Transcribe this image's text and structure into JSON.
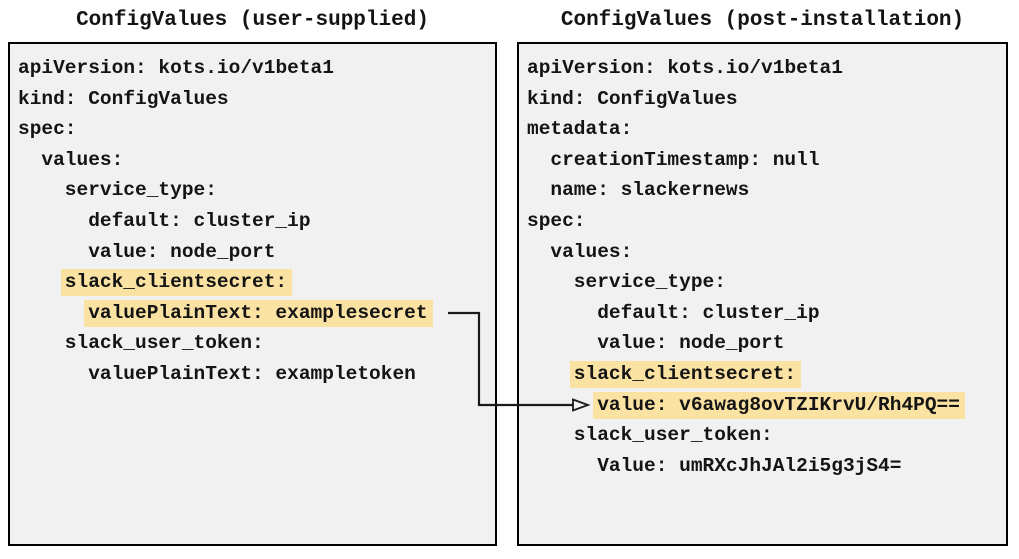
{
  "colors": {
    "highlight": "#FAE2A2",
    "panel_background": "#F1F1F1",
    "panel_border": "#000000",
    "text": "#141414",
    "arrow": "#1A1A1A"
  },
  "left_panel": {
    "title": "ConfigValues (user-supplied)",
    "lines": [
      {
        "text": "apiVersion: kots.io/v1beta1",
        "indent": 0,
        "highlight": false
      },
      {
        "text": "kind: ConfigValues",
        "indent": 0,
        "highlight": false
      },
      {
        "text": "spec:",
        "indent": 0,
        "highlight": false
      },
      {
        "text": "values:",
        "indent": 1,
        "highlight": false
      },
      {
        "text": "service_type:",
        "indent": 2,
        "highlight": false
      },
      {
        "text": "default: cluster_ip",
        "indent": 3,
        "highlight": false
      },
      {
        "text": "value: node_port",
        "indent": 3,
        "highlight": false
      },
      {
        "text": "slack_clientsecret:",
        "indent": 2,
        "highlight": true
      },
      {
        "text": "valuePlainText: examplesecret",
        "indent": 3,
        "highlight": true
      },
      {
        "text": "slack_user_token:",
        "indent": 2,
        "highlight": false
      },
      {
        "text": "valuePlainText: exampletoken",
        "indent": 3,
        "highlight": false
      }
    ]
  },
  "right_panel": {
    "title": "ConfigValues (post-installation)",
    "lines": [
      {
        "text": "apiVersion: kots.io/v1beta1",
        "indent": 0,
        "highlight": false
      },
      {
        "text": "kind: ConfigValues",
        "indent": 0,
        "highlight": false
      },
      {
        "text": "metadata:",
        "indent": 0,
        "highlight": false
      },
      {
        "text": "creationTimestamp: null",
        "indent": 1,
        "highlight": false
      },
      {
        "text": "name: slackernews",
        "indent": 1,
        "highlight": false
      },
      {
        "text": "spec:",
        "indent": 0,
        "highlight": false
      },
      {
        "text": "values:",
        "indent": 1,
        "highlight": false
      },
      {
        "text": "service_type:",
        "indent": 2,
        "highlight": false
      },
      {
        "text": "default: cluster_ip",
        "indent": 3,
        "highlight": false
      },
      {
        "text": "value: node_port",
        "indent": 3,
        "highlight": false
      },
      {
        "text": "slack_clientsecret:",
        "indent": 2,
        "highlight": true
      },
      {
        "text": "value: v6awag8ovTZIKrvU/Rh4PQ==",
        "indent": 3,
        "highlight": true
      },
      {
        "text": "slack_user_token:",
        "indent": 2,
        "highlight": false
      },
      {
        "text": "Value: umRXcJhJAl2i5g3jS4=",
        "indent": 3,
        "highlight": false
      }
    ]
  },
  "arrow": {
    "connects_from": "valuePlainText: examplesecret",
    "connects_to": "value: v6awag8ovTZIKrvU/Rh4PQ=="
  }
}
